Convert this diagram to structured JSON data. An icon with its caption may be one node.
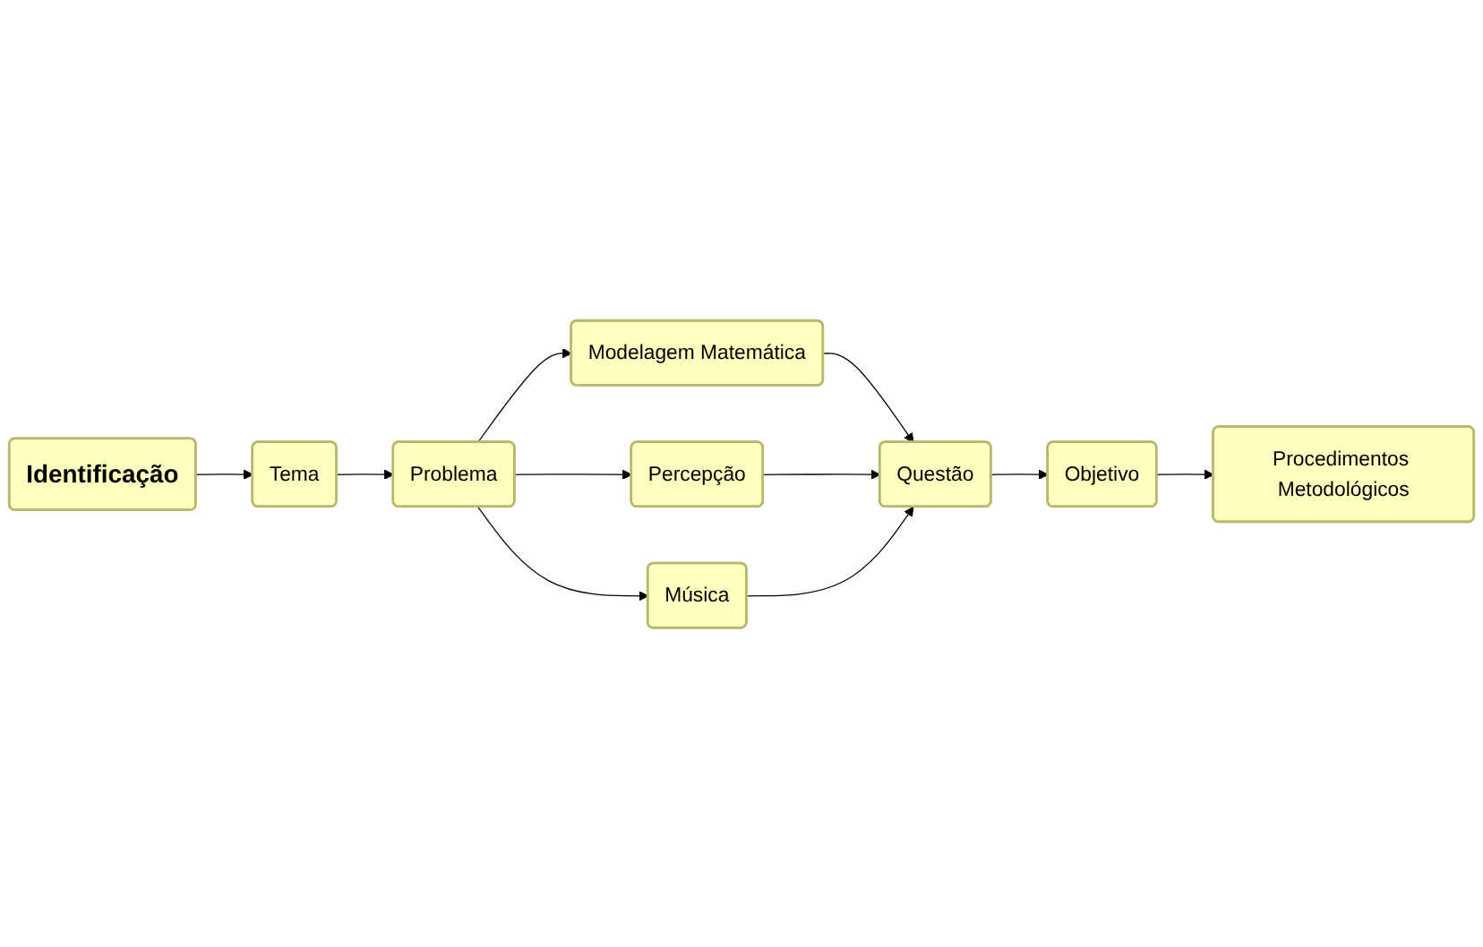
{
  "diagram": {
    "nodes": [
      {
        "text": [
          "Tema"
        ]
      },
      {
        "text": [
          "Identificação"
        ]
      },
      {
        "text": [
          "Problema"
        ]
      },
      {
        "text": [
          "Modelagem Matemática"
        ]
      },
      {
        "text": [
          "Percepção"
        ]
      },
      {
        "text": [
          "Música"
        ]
      },
      {
        "text": [
          "Objetivo"
        ]
      },
      {
        "text": [
          "Procedimentos Metodológicos"
        ]
      },
      {
        "text": [
          "Questão"
        ]
      }
    ],
    "edges": [
      {
        "from": 1,
        "to": 0,
        "arrow": "to"
      },
      {
        "from": 0,
        "to": 2,
        "arrow": "to"
      },
      {
        "from": 2,
        "to": 3,
        "arrow": "to"
      },
      {
        "from": 2,
        "to": 4,
        "arrow": "to"
      },
      {
        "from": 2,
        "to": 5,
        "arrow": "to"
      },
      {
        "from": 3,
        "to": 8,
        "arrow": "to"
      },
      {
        "from": 4,
        "to": 8,
        "arrow": "to"
      },
      {
        "from": 5,
        "to": 8,
        "arrow": "to"
      },
      {
        "from": 8,
        "to": 6,
        "arrow": "to"
      },
      {
        "from": 6,
        "to": 7,
        "arrow": "to"
      }
    ]
  }
}
